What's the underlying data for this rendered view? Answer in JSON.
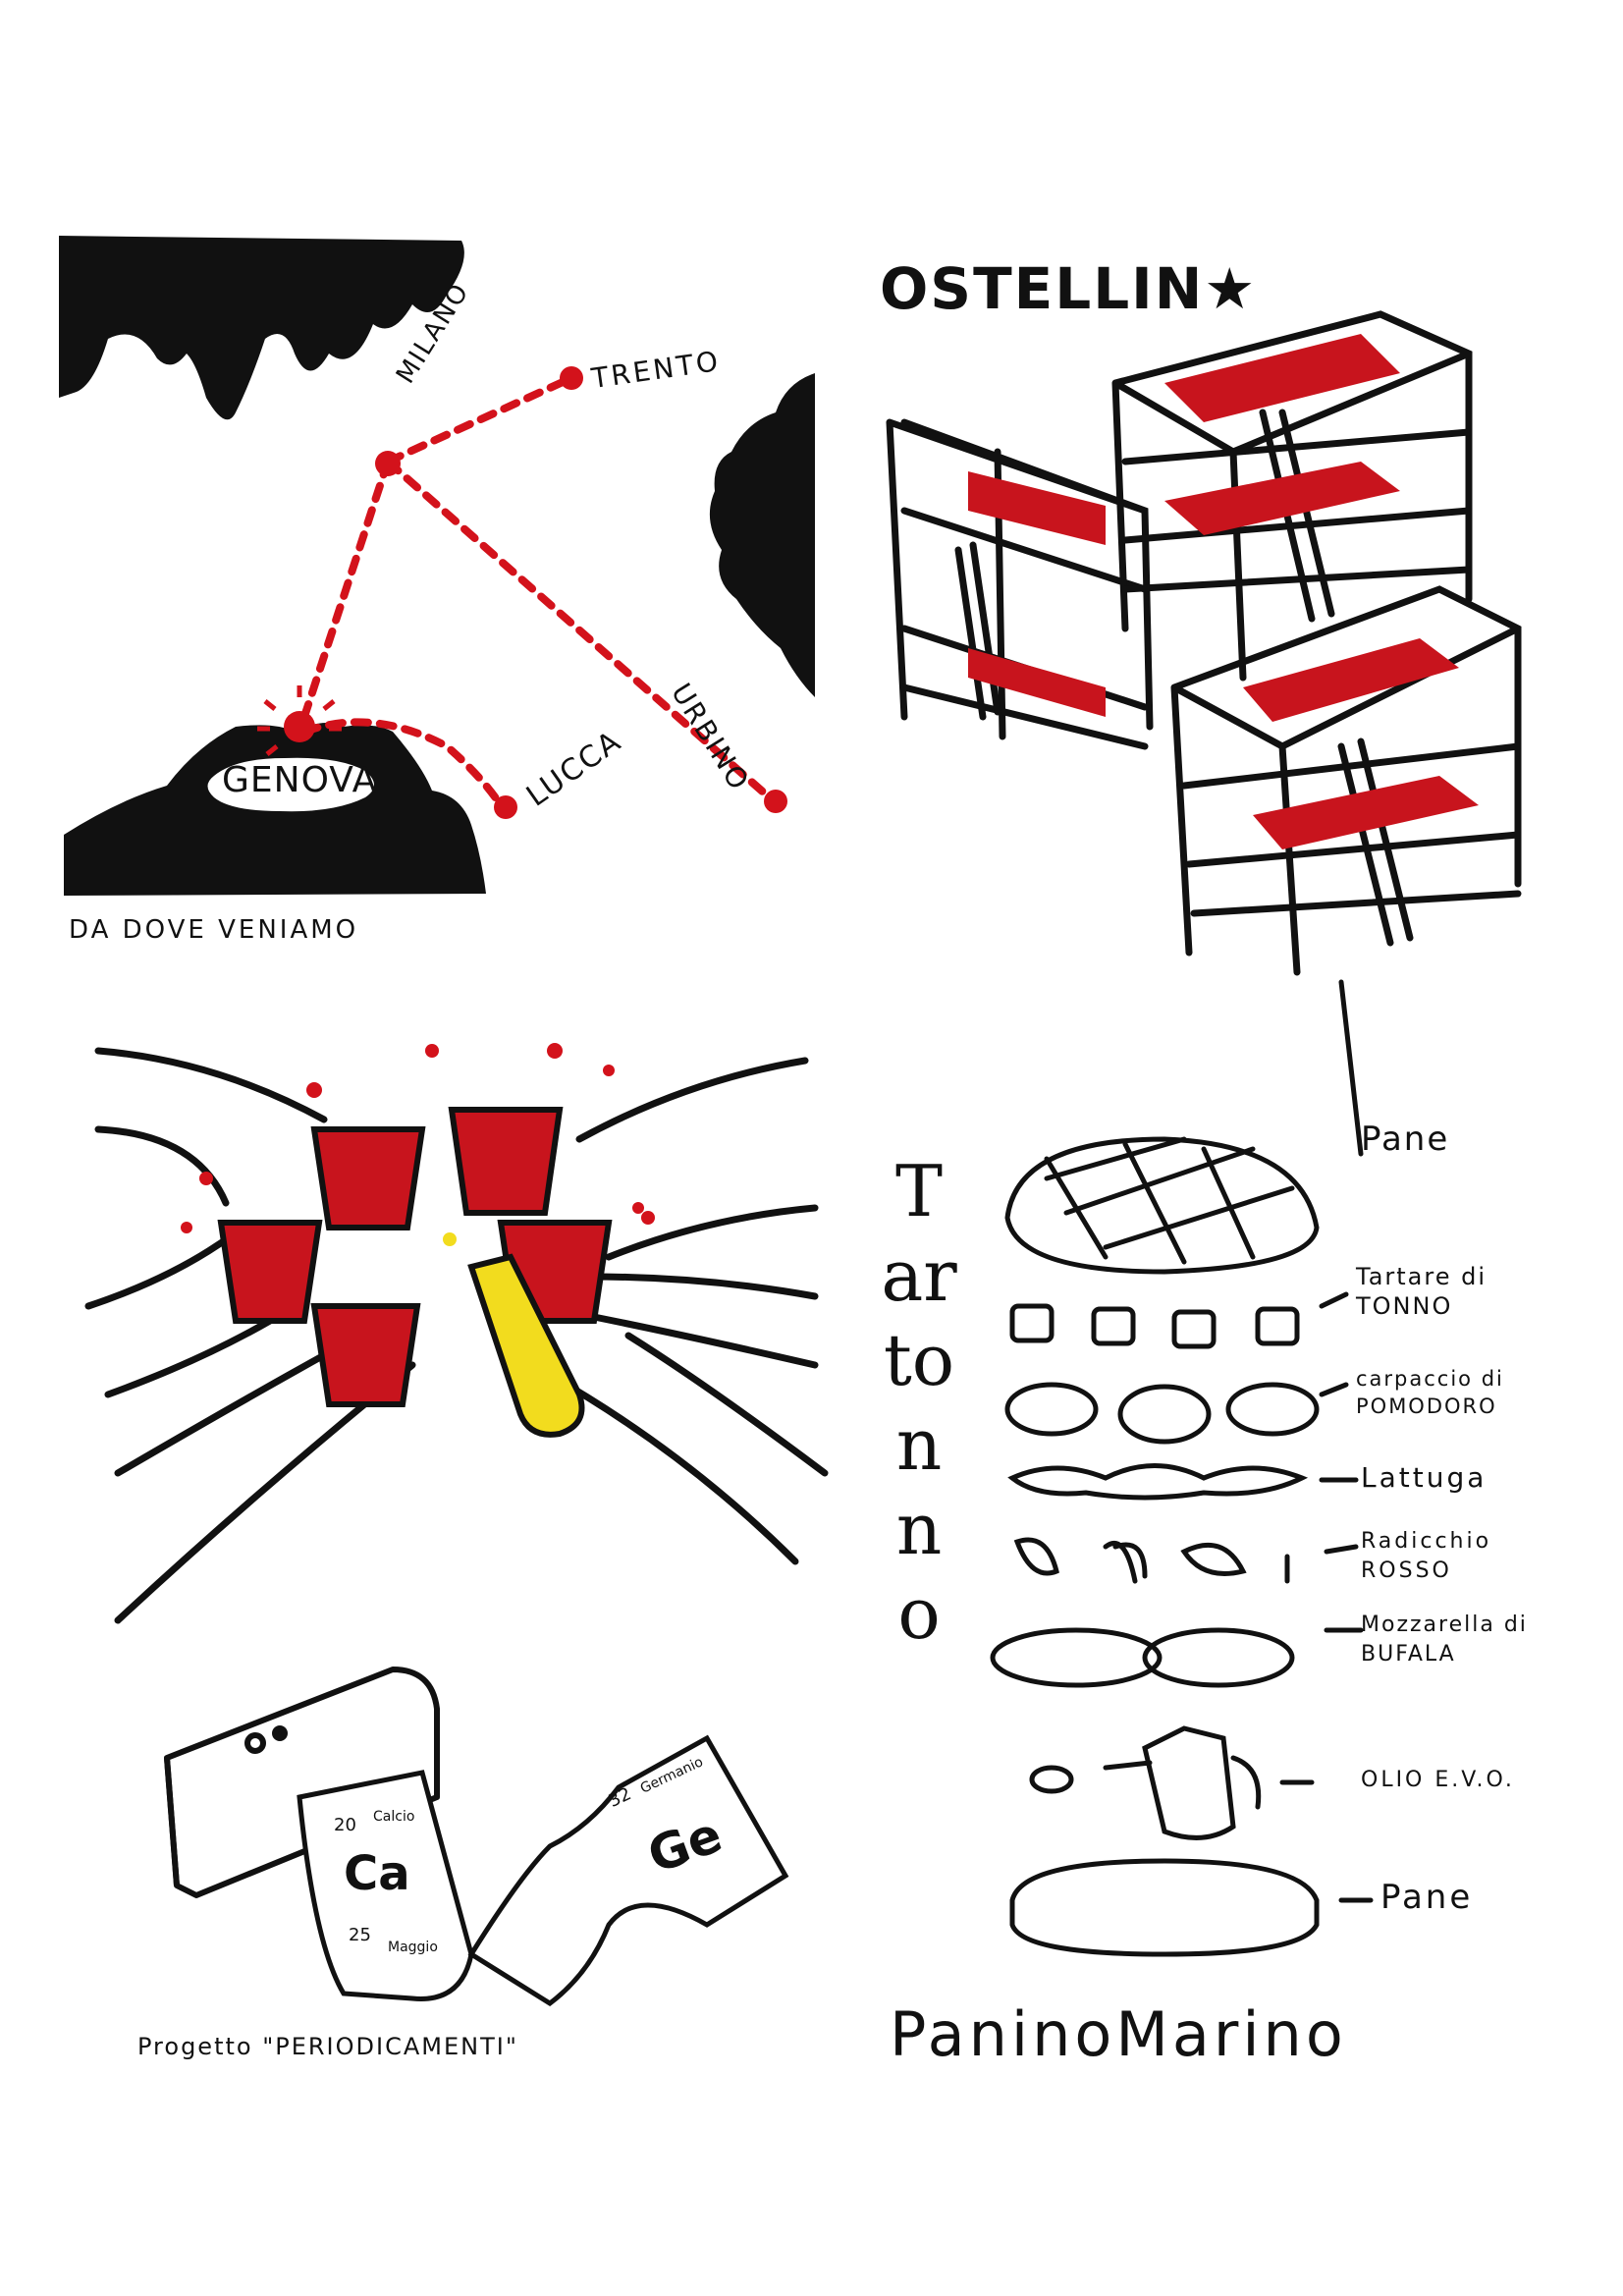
{
  "map": {
    "cities": [
      "MILANO",
      "TRENTO",
      "GENOVA",
      "LUCCA",
      "URBINO"
    ],
    "caption": "DA DOVE VENIAMO"
  },
  "hostel": {
    "title": "OSTELLIN★"
  },
  "toast": {
    "caption": "Progetto \"PERIODICAMENTI\""
  },
  "printer": {
    "tiles": [
      {
        "number": "20",
        "symbol": "Ca",
        "name": "Calcio"
      },
      {
        "number": "25",
        "symbol": "",
        "name": "Maggio"
      },
      {
        "number": "32",
        "symbol": "Ge",
        "name": "Germanio"
      }
    ]
  },
  "sandwich": {
    "vertical_title": "Tartonno",
    "layers": [
      "Pane",
      "Tartare di TONNO",
      "carpaccio di POMODORO",
      "Lattuga",
      "Radicchio ROSSO",
      "Mozzarella di BUFALA",
      "OLIO E.V.O.",
      "Pane"
    ],
    "footer": "PaninoMarino"
  },
  "colors": {
    "red": "#d3121b",
    "black": "#111111",
    "yellow": "#f2dc1e"
  }
}
